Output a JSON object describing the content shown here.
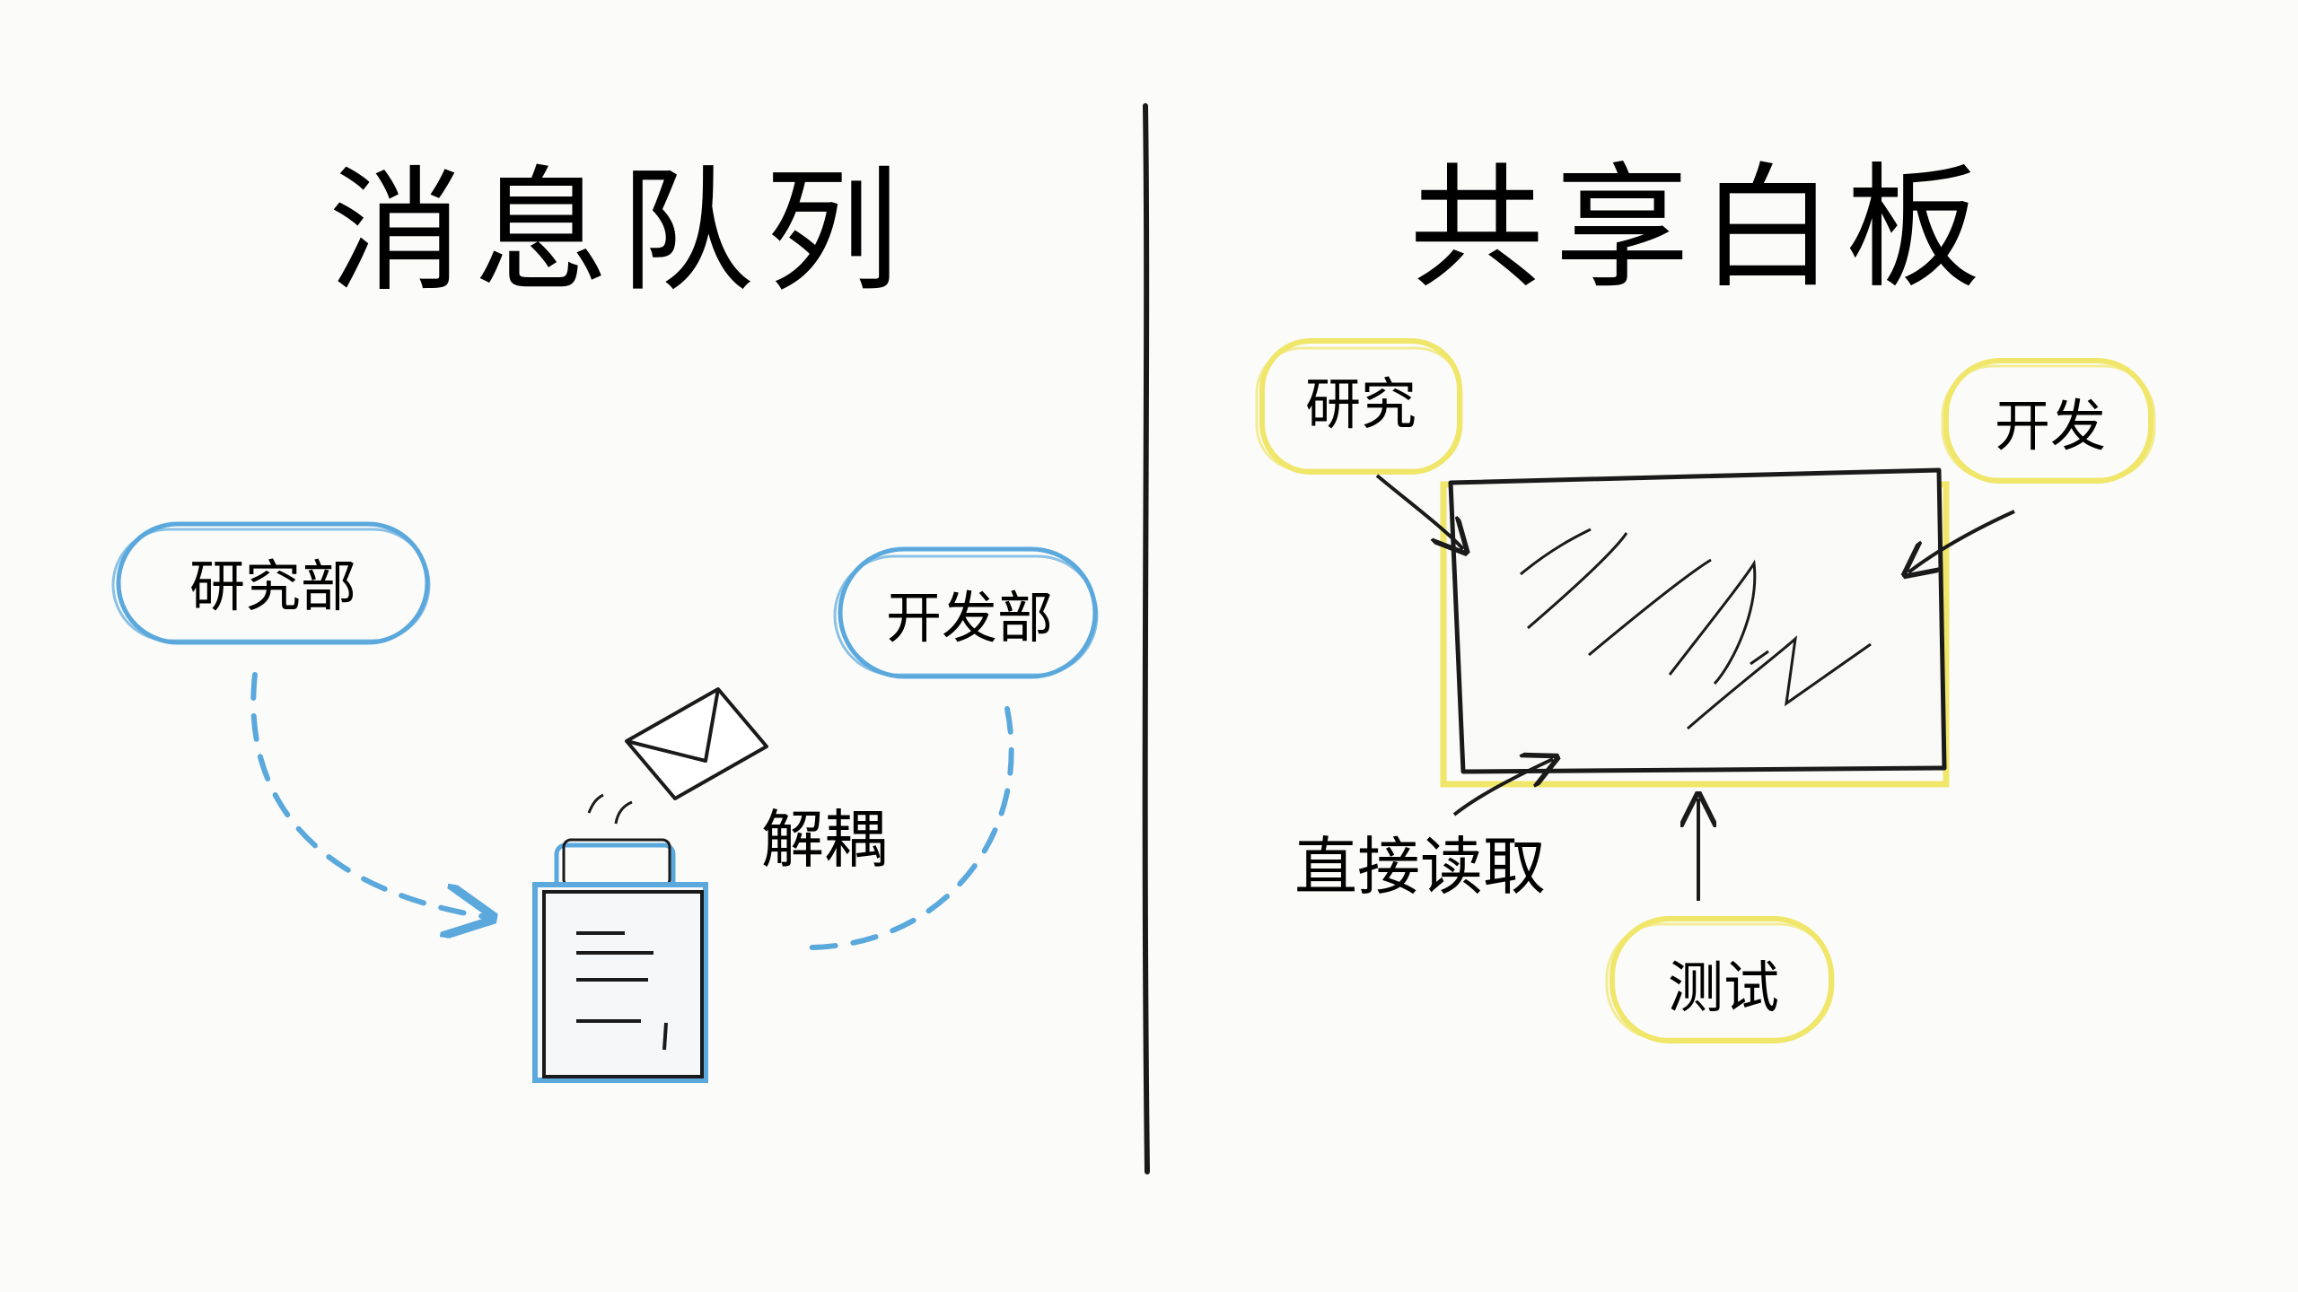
{
  "left": {
    "title": "消息队列",
    "producer_label": "研究部",
    "consumer_label": "开发部",
    "decouple_label": "解耦"
  },
  "right": {
    "title": "共享白板",
    "research_label": "研究",
    "dev_label": "开发",
    "test_label": "测试",
    "direct_read_label": "直接读取"
  },
  "colors": {
    "left_accent": "#5aa8dc",
    "right_accent": "#f0e66a",
    "ink": "#1a1a1a",
    "background": "#fbfbfa"
  },
  "icons": [
    "envelope-icon",
    "queue-box-icon",
    "whiteboard-icon"
  ]
}
